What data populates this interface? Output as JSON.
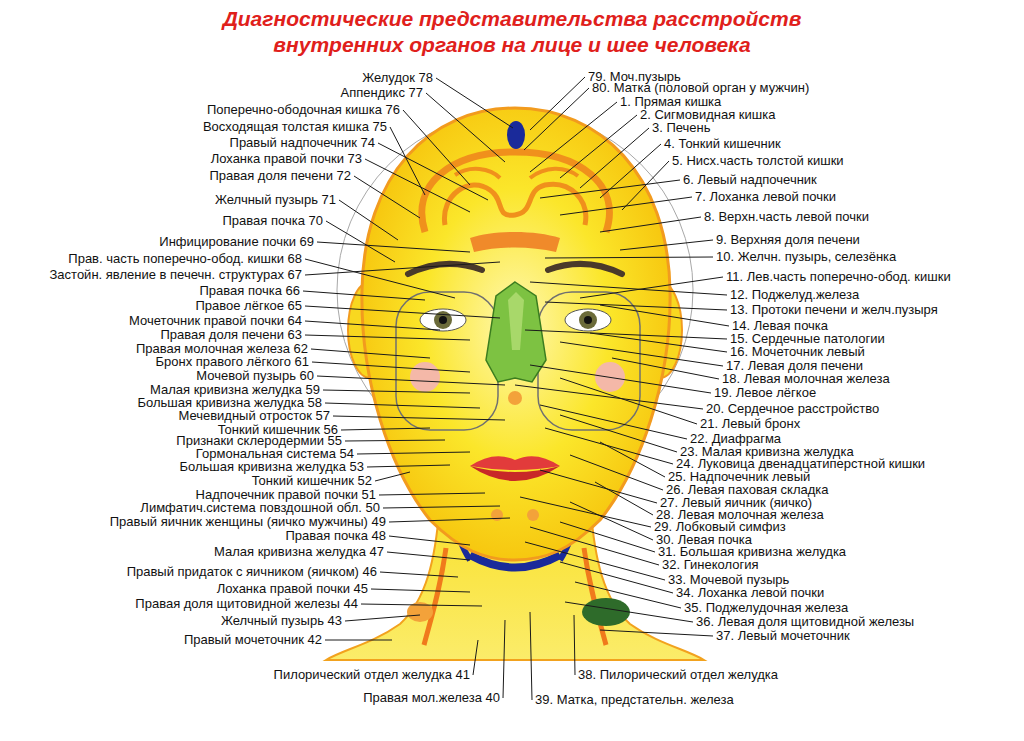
{
  "diagram": {
    "title": "Диагностические представительства расстройств внутренних органов на лице и шее человека",
    "labels": [
      "Желудок 78",
      "Аппендикс 77",
      "Поперечно-ободочная кишка 76",
      "Восходящая толстая кишка 75",
      "Правый надпочечник 74",
      "Лоханка правой почки 73",
      "Правая доля печени 72",
      "Желчный пузырь 71",
      "Правая почка 70",
      "Инфицирование почки 69",
      "Прав. часть поперечно-обод. кишки 68",
      "Застойн. явление в печечн. структурах 67",
      "Правая почка 66",
      "Правое лёгкое 65",
      "Мочеточник правой почки 64",
      "Правая доля печени 63",
      "Правая молочная железа 62",
      "Бронх правого лёгкого 61",
      "Мочевой пузырь 60",
      "Малая кривизна желудка 59",
      "Большая кривизна желудка 58",
      "Мечевидный отросток 57",
      "Тонкий кишечник 56",
      "Признаки склеродермии 55",
      "Гормональная система 54",
      "Большая кривизна желудка 53",
      "Тонкий кишечник 52",
      "Надпочечник правой почки 51",
      "Лимфатич.система повздошной обл. 50",
      "Правый яичник женщины (яичко мужчины) 49",
      "Правая почка 48",
      "Малая кривизна желудка 47",
      "Правый придаток с яичником (яичком) 46",
      "Лоханка правой почки 45",
      "Правая доля щитовидной железы 44",
      "Желчный пузырь 43",
      "Правый мочеточник 42",
      "Пилорический отдел желудка 41",
      "Правая мол.железа 40",
      "79. Моч.пузырь",
      "80. Матка (половой орган у мужчин)",
      "1. Прямая кишка",
      "2. Сигмовидная кишка",
      "3. Печень",
      "4. Тонкий кишечник",
      "5. Нисх.часть толстой кишки",
      "6. Левый надпочечник",
      "7. Лоханка левой почки",
      "8. Верхн.часть левой почки",
      "9. Верхняя доля печени",
      "10. Желчн. пузырь, селезёнка",
      "11. Лев.часть поперечно-обод. кишки",
      "12. Поджелуд.железа",
      "13. Протоки печени и желч.пузыря",
      "14. Левая почка",
      "15. Сердечные патологии",
      "16. Мочеточник левый",
      "17. Левая доля печени",
      "18. Левая молочная железа",
      "19. Левое лёгкое",
      "20. Сердечное расстройство",
      "21. Левый бронх",
      "22. Диафрагма",
      "23. Малая кривизна желудка",
      "24. Луковица двенадцатиперстной кишки",
      "25. Надпочечник левый",
      "26. Левая паховая складка",
      "27. Левый яичник (яичко)",
      "28. Левая молочная железа",
      "29. Лобковый симфиз",
      "30. Левая почка",
      "31. Большая кривизна желудка",
      "32. Гинекология",
      "33. Мочевой пузырь",
      "34. Лоханка левой почки",
      "35. Поджелудочная железа",
      "36. Левая доля щитовидной железы",
      "37. Левый мочеточник",
      "38. Пилорический отдел желудка",
      "39. Матка, предстательн. железа"
    ]
  }
}
